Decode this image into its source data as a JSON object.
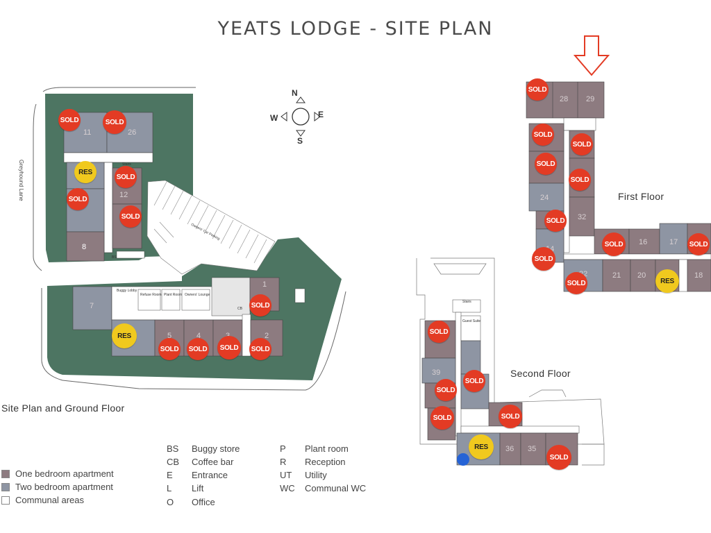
{
  "title": "YEATS LODGE  -  SITE PLAN",
  "labels": {
    "ground": "Site Plan and Ground Floor",
    "first": "First Floor",
    "second": "Second Floor",
    "road": "Greyhound Lane",
    "car_park": "Owners' Car Parking"
  },
  "compass": {
    "n": "N",
    "s": "S",
    "e": "E",
    "w": "W"
  },
  "colors": {
    "one_bed": "#8d7b80",
    "two_bed": "#8e95a3",
    "communal": "#ffffff",
    "green": "#4d7562",
    "sold": "#e33b24",
    "res": "#f0c91e",
    "arrow": "#e33b24"
  },
  "unit_numbers": {
    "u11": "11",
    "u26": "26",
    "u12": "12",
    "u8": "8",
    "u7": "7",
    "u5": "5",
    "u4": "4",
    "u3": "3",
    "u2": "2",
    "u1": "1",
    "u28": "28",
    "u29": "29",
    "u24": "24",
    "u32": "32",
    "u16": "16",
    "u17": "17",
    "u22": "22",
    "u21": "21",
    "u20": "20",
    "u18": "18",
    "u14": "14",
    "u39": "39",
    "u36": "36",
    "u35": "35"
  },
  "room_labels": {
    "refuse": "Refuse Room",
    "plant": "Plant Room",
    "lounge": "Owners' Lounge",
    "lobby": "Buggy Lobby",
    "stairs": "Stairs",
    "bs": "BS",
    "cb": "CB",
    "guest": "Guest Suite"
  },
  "badges": {
    "sold": "SOLD",
    "res": "RES"
  },
  "legend": [
    {
      "label": "One bedroom apartment",
      "color": "#8d7b80"
    },
    {
      "label": "Two bedroom apartment",
      "color": "#8e95a3"
    },
    {
      "label": "Communal areas",
      "color": "#ffffff"
    }
  ],
  "abbreviations_col1": [
    {
      "k": "BS",
      "v": "Buggy store"
    },
    {
      "k": "CB",
      "v": "Coffee bar"
    },
    {
      "k": "E",
      "v": "Entrance"
    },
    {
      "k": "L",
      "v": "Lift"
    },
    {
      "k": "O",
      "v": "Office"
    }
  ],
  "abbreviations_col2": [
    {
      "k": "P",
      "v": "Plant room"
    },
    {
      "k": "R",
      "v": "Reception"
    },
    {
      "k": "UT",
      "v": "Utility"
    },
    {
      "k": "WC",
      "v": "Communal WC"
    }
  ]
}
